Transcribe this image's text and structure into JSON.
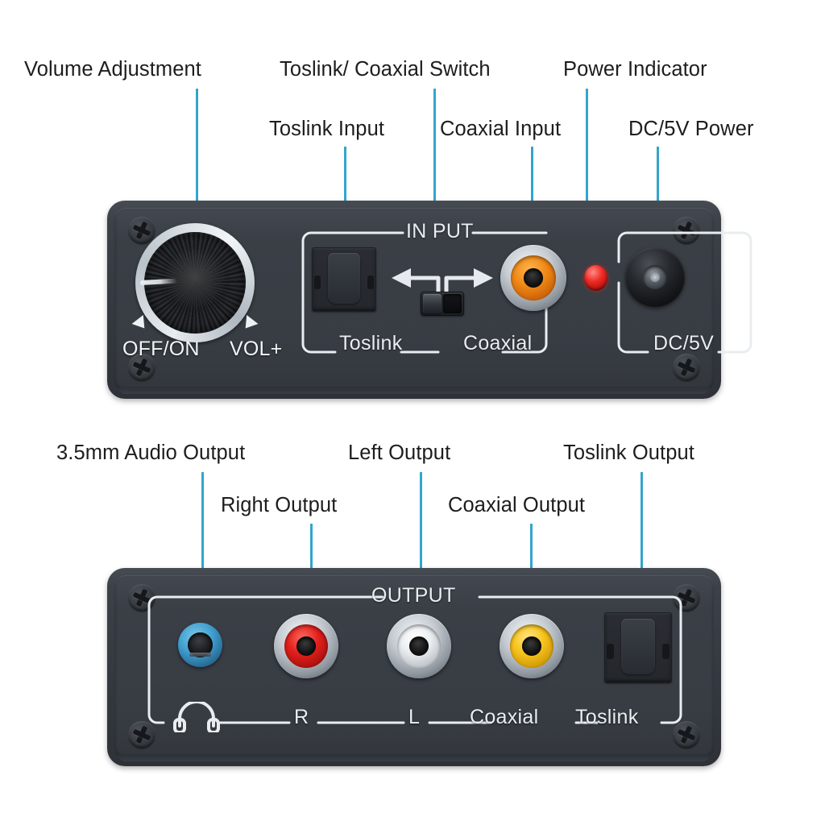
{
  "diagram": {
    "title": "Digital to Analog Audio Converter — front and rear panel callouts",
    "accent_color": "#33a5cd",
    "chassis_color": "#3a3f46",
    "label_color": "#1d1d1f",
    "silkscreen_color": "#e9edf0"
  },
  "top_panel": {
    "section_label": "IN PUT",
    "callouts": [
      {
        "text": "Volume Adjustment",
        "target": "volume-knob"
      },
      {
        "text": "Toslink/ Coaxial Switch",
        "target": "toslink-coaxial-switch"
      },
      {
        "text": "Power Indicator",
        "target": "power-led"
      },
      {
        "text": "Toslink Input",
        "target": "toslink-input-port"
      },
      {
        "text": "Coaxial Input",
        "target": "coaxial-input-jack"
      },
      {
        "text": "DC/5V Power",
        "target": "dc-power-jack"
      }
    ],
    "knob": {
      "left_label": "OFF/ON",
      "right_label": "VOL+"
    },
    "silkscreen": [
      {
        "text": "Toslink",
        "port": "toslink-input-port"
      },
      {
        "text": "Coaxial",
        "port": "coaxial-input-jack"
      },
      {
        "text": "DC/5V",
        "port": "dc-power-jack"
      }
    ],
    "ports": {
      "toslink_input": {
        "type": "toslink",
        "color": "#24272c"
      },
      "coaxial_input": {
        "type": "rca",
        "color": "#e8761a"
      },
      "power_led": {
        "type": "led",
        "color": "#ef2b24"
      },
      "dc_jack": {
        "type": "barrel",
        "color": "#101214"
      }
    }
  },
  "bottom_panel": {
    "section_label": "OUTPUT",
    "callouts": [
      {
        "text": "3.5mm Audio Output",
        "target": "headphone-jack"
      },
      {
        "text": "Left Output",
        "target": "rca-left-output"
      },
      {
        "text": "Toslink Output",
        "target": "toslink-output-port"
      },
      {
        "text": "Right Output",
        "target": "rca-right-output"
      },
      {
        "text": "Coaxial Output",
        "target": "rca-coaxial-output"
      }
    ],
    "silkscreen": [
      {
        "text": "",
        "icon": "headphone-icon",
        "port": "headphone-jack"
      },
      {
        "text": "R",
        "port": "rca-right-output"
      },
      {
        "text": "L",
        "port": "rca-left-output"
      },
      {
        "text": "Coaxial",
        "port": "rca-coaxial-output"
      },
      {
        "text": "Toslink",
        "port": "toslink-output-port"
      }
    ],
    "ports": {
      "headphone_jack": {
        "type": "3.5mm",
        "color": "#3f9fd0"
      },
      "right_output": {
        "type": "rca",
        "color": "#e02020"
      },
      "left_output": {
        "type": "rca",
        "color": "#f2f2f2"
      },
      "coaxial_output": {
        "type": "rca",
        "color": "#f5c21b"
      },
      "toslink_output": {
        "type": "toslink",
        "color": "#24272c"
      }
    }
  }
}
